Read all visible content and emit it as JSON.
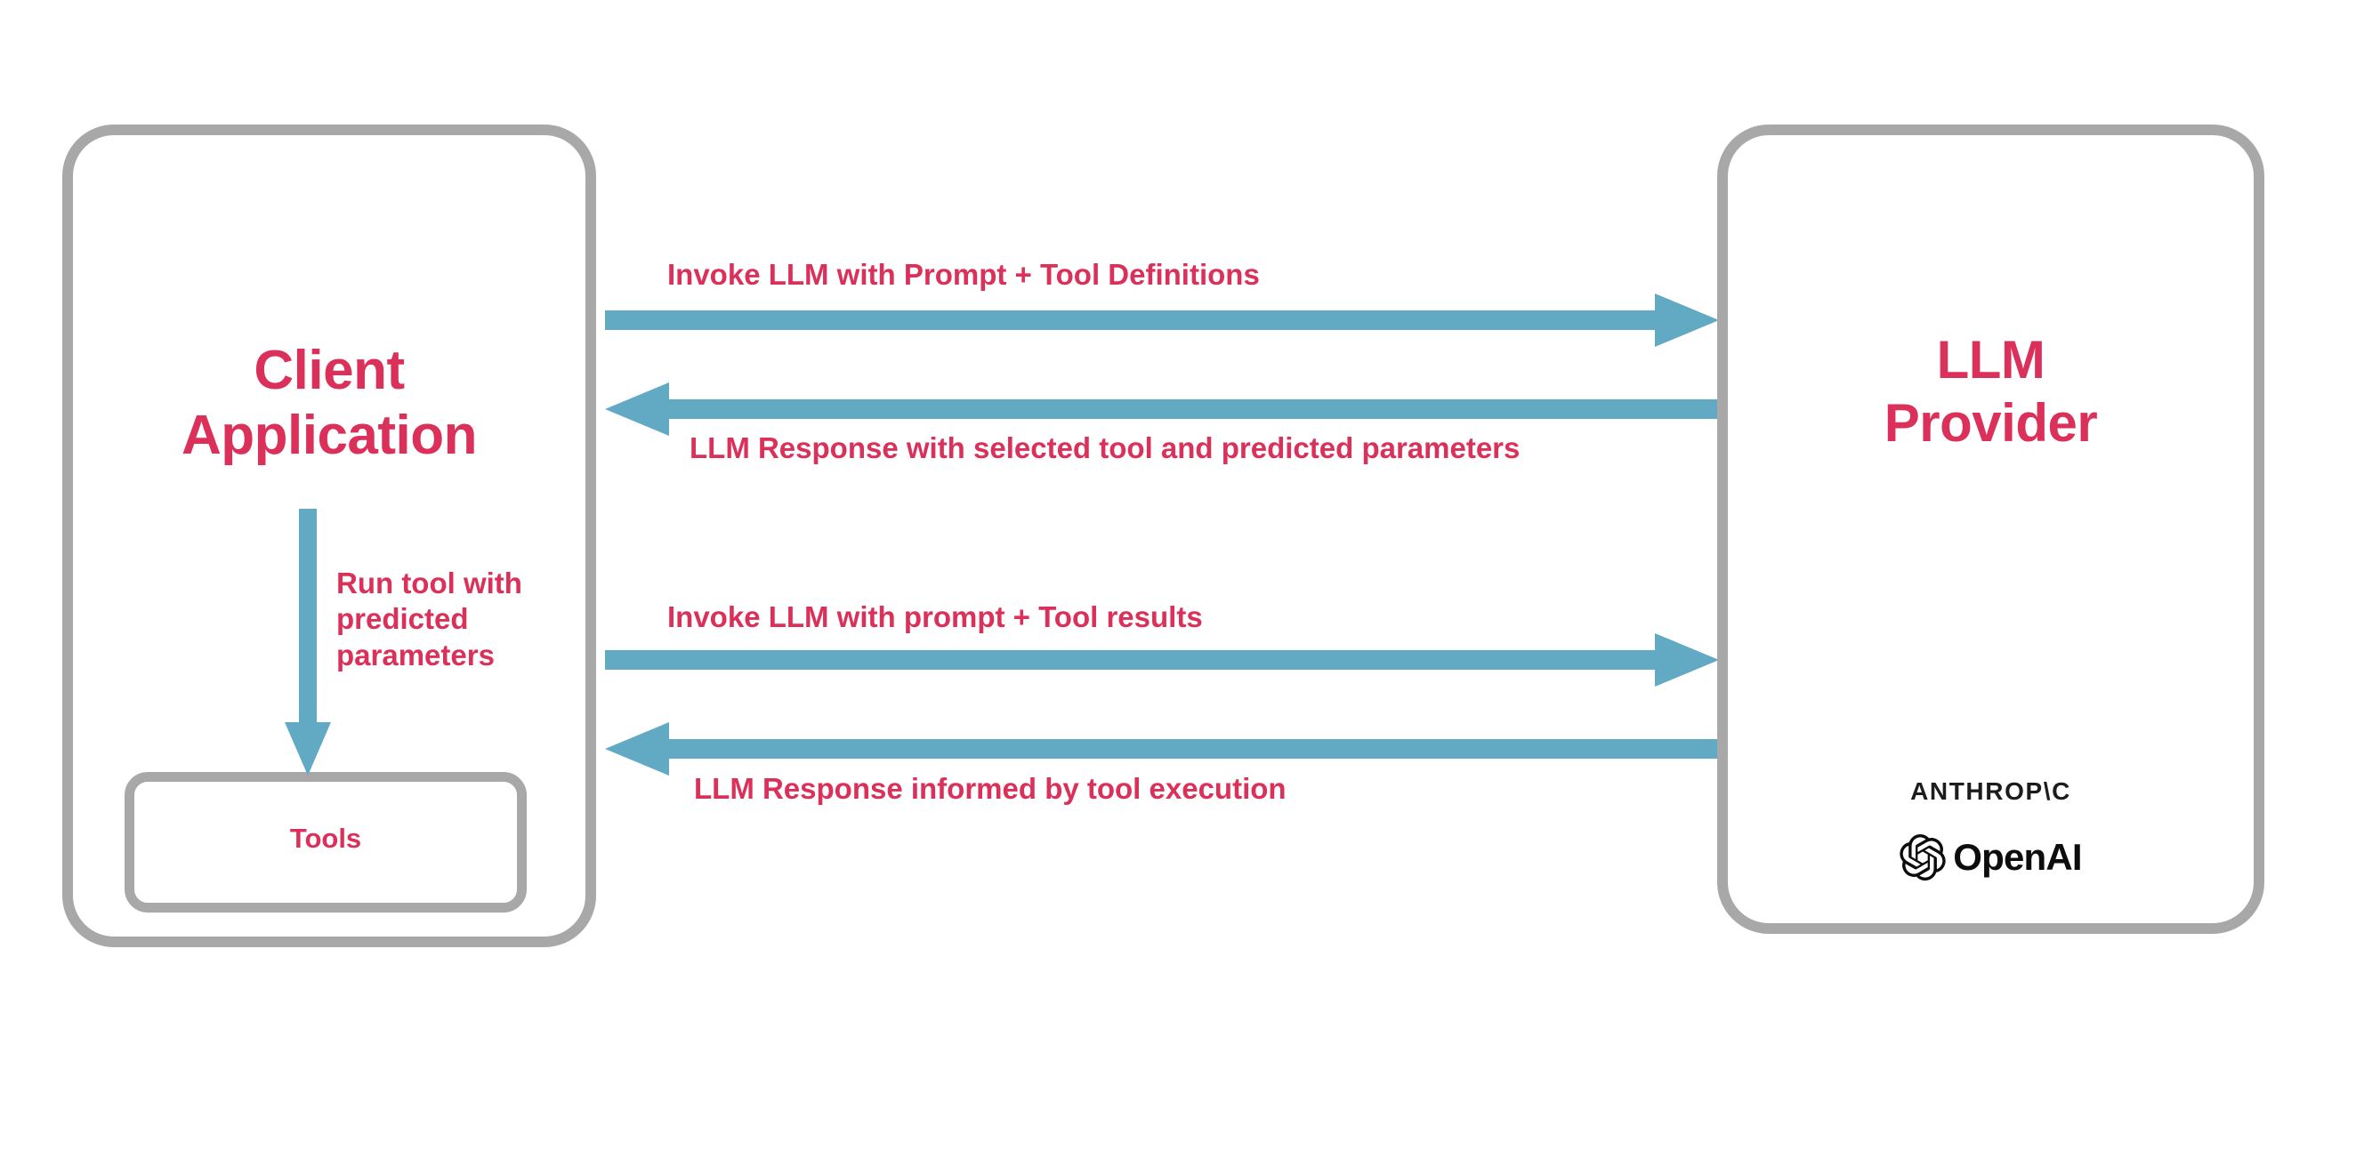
{
  "diagram": {
    "title": "LLM tool-use interaction flow",
    "colors": {
      "accent_pink": "#DA3059",
      "arrow_blue": "#62A9C4",
      "box_border_gray": "#A8A8A8",
      "background": "#FFFFFF",
      "logo_black": "#0D0D0D"
    }
  },
  "nodes": {
    "client": {
      "label": "Client\nApplication"
    },
    "tools": {
      "label": "Tools"
    },
    "provider": {
      "label": "LLM\nProvider",
      "logos": [
        {
          "name": "anthropic-logo",
          "text": "ANTHROP\\C"
        },
        {
          "name": "openai-logo",
          "text": "OpenAI"
        }
      ]
    }
  },
  "arrows": [
    {
      "id": "invoke-llm-tool-definitions",
      "label": "Invoke LLM with Prompt + Tool Definitions",
      "direction": "right",
      "from": "client",
      "to": "provider"
    },
    {
      "id": "llm-response-selected-tool",
      "label": "LLM Response with selected tool and predicted parameters",
      "direction": "left",
      "from": "provider",
      "to": "client"
    },
    {
      "id": "invoke-llm-tool-results",
      "label": "Invoke LLM with prompt + Tool results",
      "direction": "right",
      "from": "client",
      "to": "provider"
    },
    {
      "id": "llm-response-informed",
      "label": "LLM Response informed by tool execution",
      "direction": "left",
      "from": "provider",
      "to": "client"
    },
    {
      "id": "run-tool",
      "label": "Run tool with\npredicted\nparameters",
      "direction": "down",
      "from": "client",
      "to": "tools"
    }
  ]
}
